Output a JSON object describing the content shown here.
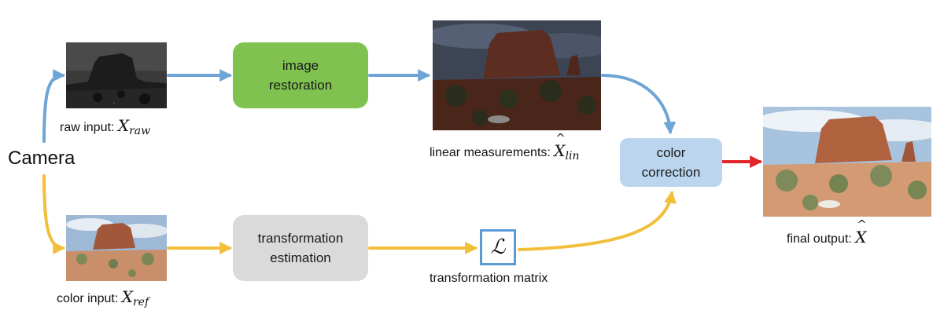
{
  "source": {
    "label": "Camera"
  },
  "inputs": {
    "raw": {
      "label": "raw input:",
      "symbol": "X",
      "subscript": "raw"
    },
    "color": {
      "label": "color input:",
      "symbol": "X",
      "subscript": "ref"
    }
  },
  "processes": {
    "restoration": {
      "line1": "image",
      "line2": "restoration"
    },
    "estimation": {
      "line1": "transformation",
      "line2": "estimation"
    },
    "correction": {
      "line1": "color",
      "line2": "correction"
    }
  },
  "intermediate": {
    "linear": {
      "label": "linear measurements:",
      "symbol": "X",
      "subscript": "lin"
    },
    "matrix": {
      "label": "transformation matrix",
      "symbol": "ℒ"
    }
  },
  "output": {
    "label": "final output:",
    "symbol": "X"
  },
  "colors": {
    "raw_path": "#6fa4d6",
    "ref_path": "#f1bf3a",
    "output_arrow": "#e0262b",
    "restoration_box": "#7fc24f",
    "estimation_box": "#dadada",
    "correction_box": "#bcd5ee",
    "matrix_border": "#5b9bd5"
  },
  "icons": {
    "raw_image": "desert-butte-photo-grayscale",
    "color_image": "desert-butte-photo-color",
    "linear_image": "desert-butte-photo-dark",
    "output_image": "desert-butte-photo-bright"
  }
}
